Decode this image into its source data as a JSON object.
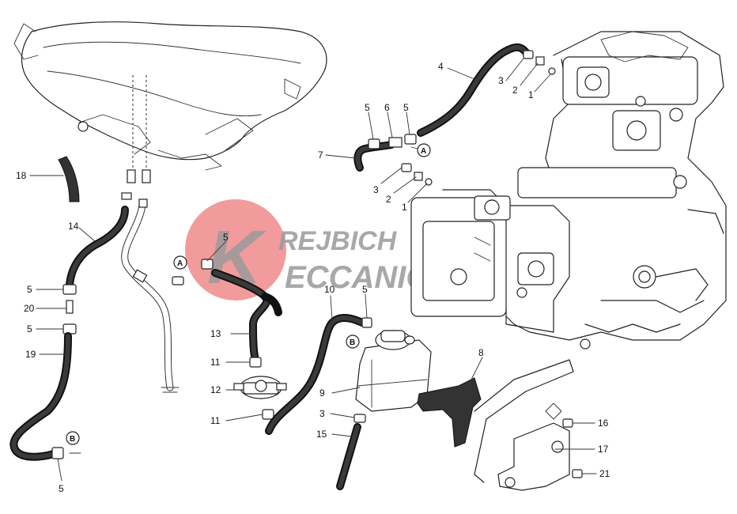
{
  "diagram": {
    "callouts": [
      {
        "id": "c18",
        "text": "18"
      },
      {
        "id": "c14",
        "text": "14"
      },
      {
        "id": "c5a",
        "text": "5"
      },
      {
        "id": "c20",
        "text": "20"
      },
      {
        "id": "c5b",
        "text": "5"
      },
      {
        "id": "c19",
        "text": "19"
      },
      {
        "id": "c5c",
        "text": "5"
      },
      {
        "id": "c5d",
        "text": "5"
      },
      {
        "id": "c13",
        "text": "13"
      },
      {
        "id": "c11a",
        "text": "11"
      },
      {
        "id": "c12",
        "text": "12"
      },
      {
        "id": "c11b",
        "text": "11"
      },
      {
        "id": "c10",
        "text": "10"
      },
      {
        "id": "c5e",
        "text": "5"
      },
      {
        "id": "c9",
        "text": "9"
      },
      {
        "id": "c3a",
        "text": "3"
      },
      {
        "id": "c15",
        "text": "15"
      },
      {
        "id": "c8",
        "text": "8"
      },
      {
        "id": "c16",
        "text": "16"
      },
      {
        "id": "c17",
        "text": "17"
      },
      {
        "id": "c21",
        "text": "21"
      },
      {
        "id": "c4",
        "text": "4"
      },
      {
        "id": "c3b",
        "text": "3"
      },
      {
        "id": "c2a",
        "text": "2"
      },
      {
        "id": "c1a",
        "text": "1"
      },
      {
        "id": "c5f",
        "text": "5"
      },
      {
        "id": "c6",
        "text": "6"
      },
      {
        "id": "c5g",
        "text": "5"
      },
      {
        "id": "c7",
        "text": "7"
      },
      {
        "id": "c3c",
        "text": "3"
      },
      {
        "id": "c2b",
        "text": "2"
      },
      {
        "id": "c1b",
        "text": "1"
      }
    ],
    "connectors": [
      {
        "id": "A1",
        "text": "A"
      },
      {
        "id": "A2",
        "text": "A"
      },
      {
        "id": "B1",
        "text": "B"
      },
      {
        "id": "B2",
        "text": "B"
      }
    ]
  },
  "watermark": {
    "line1": "REJBICH",
    "line2": "ECCANICA",
    "logo_letter": "K",
    "color": "#e03030"
  }
}
